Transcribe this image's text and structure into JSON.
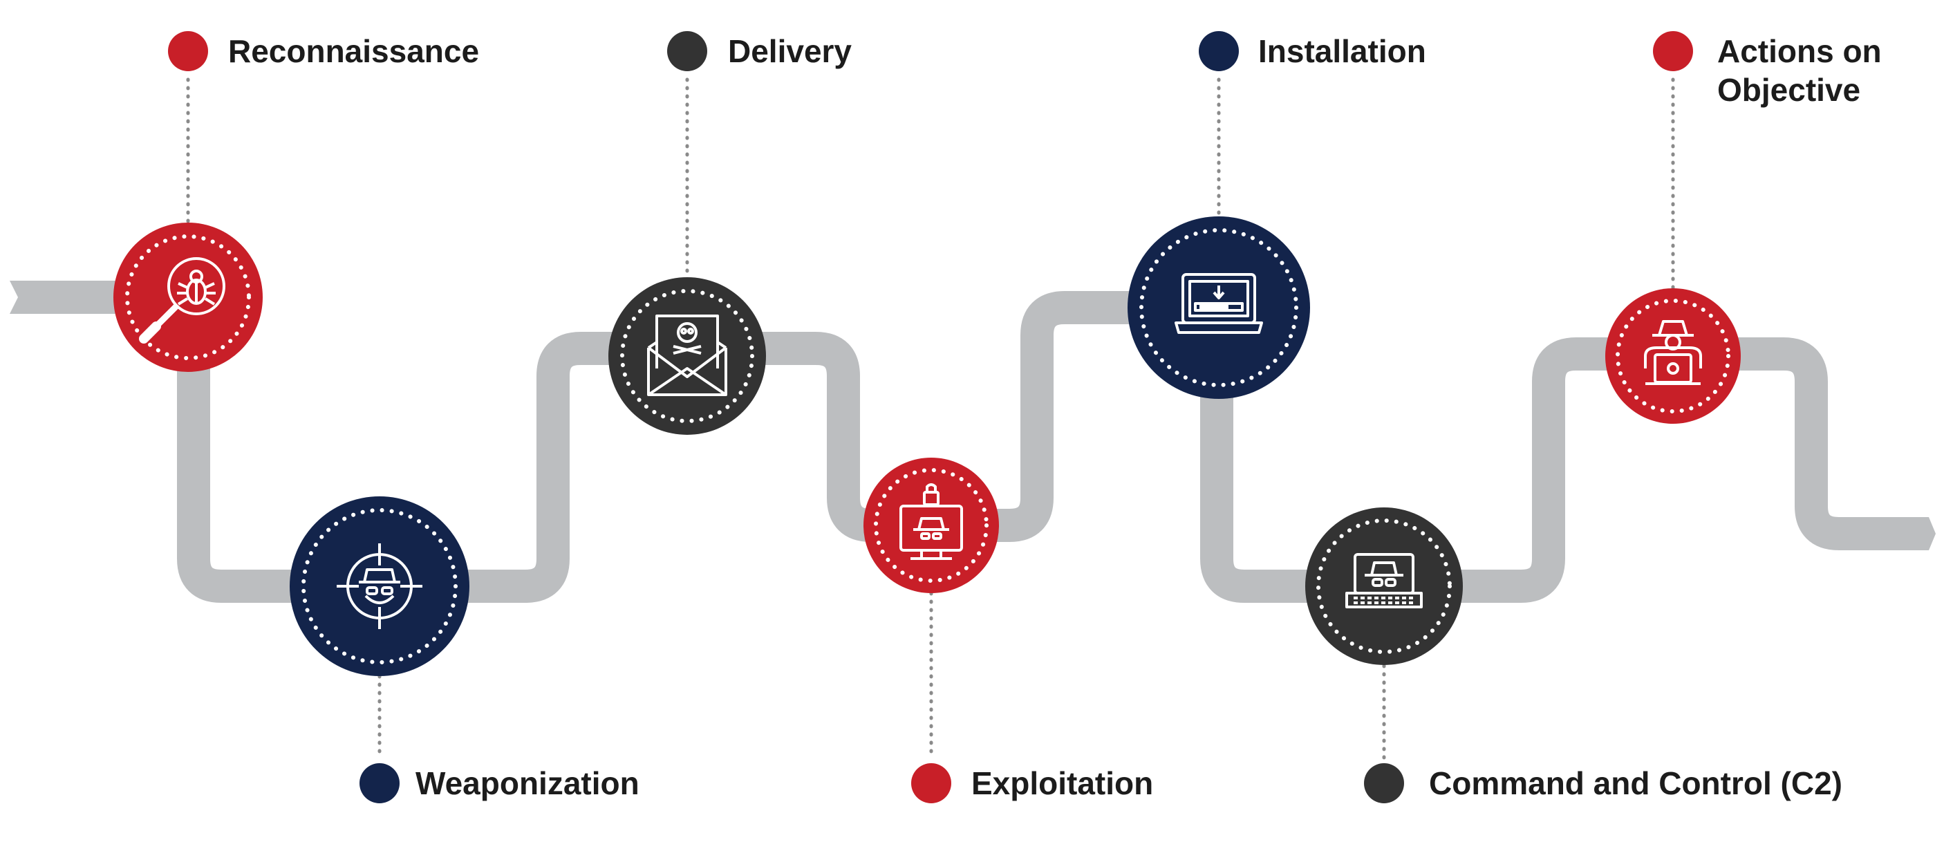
{
  "colors": {
    "red": "#c81f28",
    "navy": "#13244b",
    "dark": "#333333",
    "path": "#bcbec0",
    "connector": "#8a8a8a",
    "text": "#1c1c1c",
    "background": "#ffffff"
  },
  "stages": [
    {
      "id": "reconnaissance",
      "label_lines": [
        "Reconnaissance"
      ],
      "color": "red",
      "icon": "magnifier-bug-icon"
    },
    {
      "id": "weaponization",
      "label_lines": [
        "Weaponization"
      ],
      "color": "navy",
      "icon": "target-hacker-icon"
    },
    {
      "id": "delivery",
      "label_lines": [
        "Delivery"
      ],
      "color": "dark",
      "icon": "email-skull-icon"
    },
    {
      "id": "exploitation",
      "label_lines": [
        "Exploitation"
      ],
      "color": "red",
      "icon": "lock-monitor-hacker-icon"
    },
    {
      "id": "installation",
      "label_lines": [
        "Installation"
      ],
      "color": "navy",
      "icon": "laptop-download-icon"
    },
    {
      "id": "command-and-control",
      "label_lines": [
        "Command and Control (C2)"
      ],
      "color": "dark",
      "icon": "laptop-hacker-icon"
    },
    {
      "id": "actions-on-objective",
      "label_lines": [
        "Actions on",
        "Objective"
      ],
      "color": "red",
      "icon": "hacker-laptop-icon"
    }
  ]
}
